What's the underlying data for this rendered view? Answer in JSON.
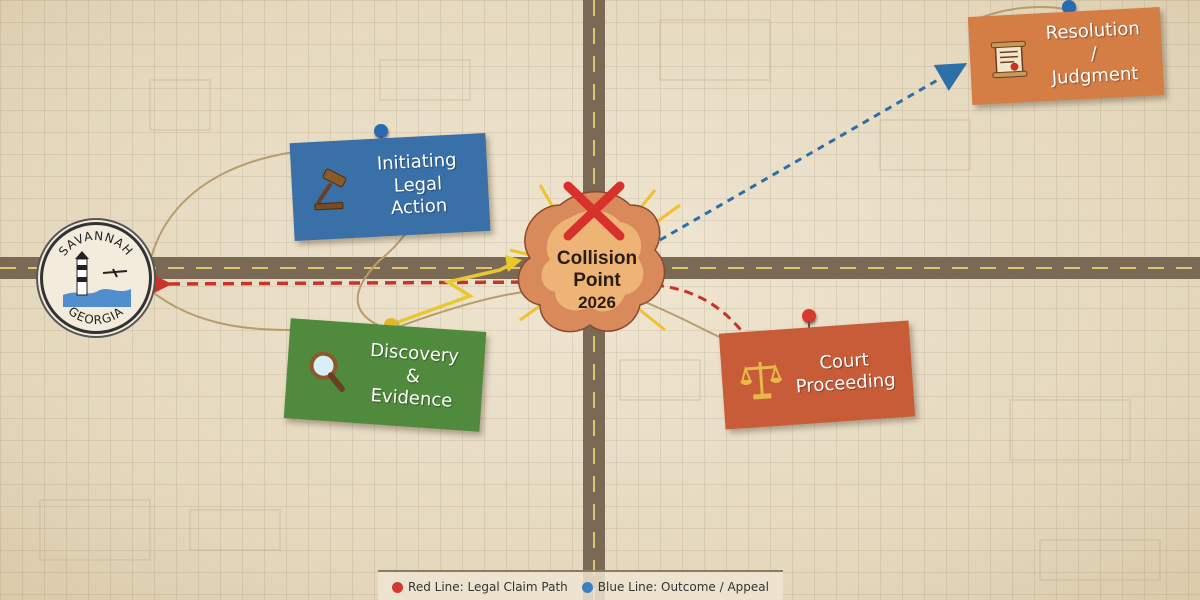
{
  "collision": {
    "line1": "Collision",
    "line2": "Point",
    "year": "2026"
  },
  "cards": {
    "initiating": {
      "label": "Initiating\nLegal Action",
      "icon": "gavel-icon"
    },
    "discovery": {
      "label": "Discovery &\nEvidence",
      "icon": "magnifying-glass-icon"
    },
    "court": {
      "label": "Court\nProceeding",
      "icon": "scales-of-justice-icon"
    },
    "resolution": {
      "label": "Resolution /\nJudgment",
      "icon": "scroll-icon"
    }
  },
  "seal": {
    "top_text": "SAVANNAH",
    "bottom_text": "GEORGIA",
    "icon": "lighthouse-icon"
  },
  "legend": {
    "red": "Red Line: Legal Claim Path",
    "blue": "Blue Line: Outcome / Appeal"
  },
  "colors": {
    "road": "#7a6a55",
    "red_path": "#c8342a",
    "blue_path": "#2d6fa8",
    "yellow_path": "#e8c830",
    "initiating": "#3a70a8",
    "discovery": "#4f8a3d",
    "court": "#c85c38",
    "resolution": "#d47d45"
  }
}
